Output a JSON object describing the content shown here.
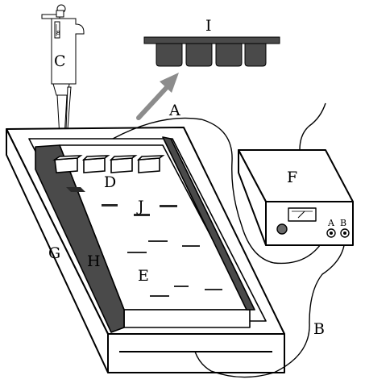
{
  "labels": {
    "comb_top": "I",
    "pipette": "C",
    "arrow_wire": "A",
    "wells": "D",
    "power_supply": "F",
    "terminal_a": "A",
    "terminal_b": "B",
    "band": "J",
    "tank": "G",
    "gel_wall": "H",
    "gel": "E",
    "wire_b": "B"
  },
  "pipette_marking": "8",
  "colors": {
    "stroke": "#000000",
    "comb": "#4a4a4a",
    "arrow": "#8c8c8c",
    "wall": "#4a4a4a",
    "band": "#2a2a2a"
  }
}
